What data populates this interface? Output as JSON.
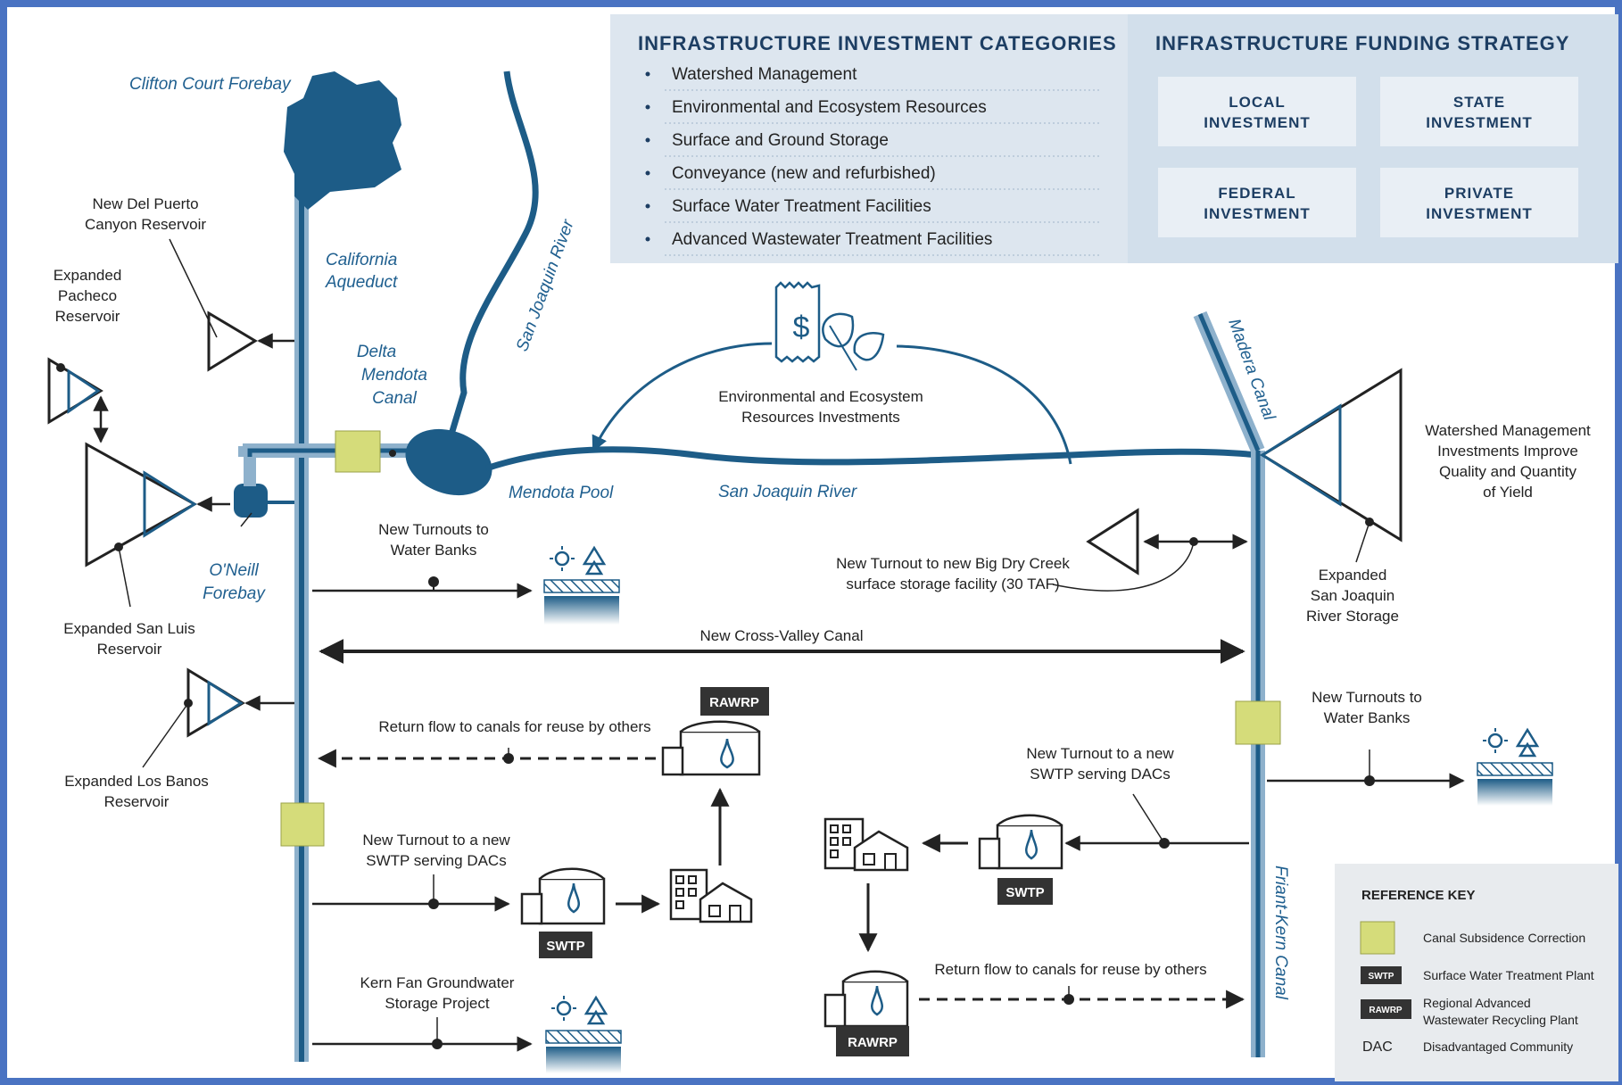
{
  "investment_categories": {
    "heading": "INFRASTRUCTURE INVESTMENT CATEGORIES",
    "items": [
      "Watershed Management",
      "Environmental and Ecosystem Resources",
      "Surface and Ground Storage",
      "Conveyance (new and refurbished)",
      "Surface Water Treatment Facilities",
      "Advanced Wastewater Treatment Facilities"
    ]
  },
  "funding_strategy": {
    "heading": "INFRASTRUCTURE FUNDING STRATEGY",
    "boxes": [
      [
        "LOCAL",
        "INVESTMENT"
      ],
      [
        "STATE",
        "INVESTMENT"
      ],
      [
        "FEDERAL",
        "INVESTMENT"
      ],
      [
        "PRIVATE",
        "INVESTMENT"
      ]
    ]
  },
  "waterways": {
    "clifton_court": "Clifton Court Forebay",
    "california_aqueduct": [
      "California",
      "Aqueduct"
    ],
    "delta_mendota": [
      "Delta",
      "Mendota",
      "Canal"
    ],
    "san_joaquin_river_vertical": "San Joaquin River",
    "mendota_pool": "Mendota Pool",
    "san_joaquin_river": "San Joaquin River",
    "oneill_forebay": [
      "O'Neill",
      "Forebay"
    ],
    "madera_canal": "Madera Canal",
    "friant_kern_canal": "Friant-Kern Canal"
  },
  "reservoirs": {
    "del_puerto": [
      "New Del Puerto",
      "Canyon Reservoir"
    ],
    "pacheco": [
      "Expanded",
      "Pacheco",
      "Reservoir"
    ],
    "san_luis": [
      "Expanded San Luis",
      "Reservoir"
    ],
    "los_banos": [
      "Expanded Los Banos",
      "Reservoir"
    ],
    "san_joaquin_storage": [
      "Expanded",
      "San Joaquin",
      "River Storage"
    ]
  },
  "annotations": {
    "env_investments": [
      "Environmental and Ecosystem",
      "Resources Investments"
    ],
    "watershed": [
      "Watershed Management",
      "Investments Improve",
      "Quality and Quantity",
      "of Yield"
    ],
    "turnouts_left": [
      "New Turnouts to",
      "Water Banks"
    ],
    "big_dry_creek": [
      "New Turnout to new Big Dry Creek",
      "surface storage facility (30 TAF)"
    ],
    "cross_valley": "New Cross-Valley Canal",
    "turnouts_right": [
      "New Turnouts to",
      "Water Banks"
    ],
    "return_flow_left": "Return flow to canals for reuse by others",
    "swtp_turnout_right": [
      "New Turnout to a new",
      "SWTP serving DACs"
    ],
    "swtp_turnout_left": [
      "New Turnout to a new",
      "SWTP serving DACs"
    ],
    "kern_fan": [
      "Kern Fan Groundwater",
      "Storage Project"
    ],
    "return_flow_right": "Return flow to canals for reuse by others"
  },
  "badges": {
    "rawrp": "RAWRP",
    "swtp": "SWTP"
  },
  "reference_key": {
    "heading": "REFERENCE KEY",
    "items": [
      {
        "symbol": "",
        "text": [
          "Canal Subsidence Correction"
        ]
      },
      {
        "symbol": "SWTP",
        "text": [
          "Surface Water Treatment Plant"
        ]
      },
      {
        "symbol": "RAWRP",
        "text": [
          "Regional Advanced",
          "Wastewater Recycling Plant"
        ]
      },
      {
        "symbol": "DAC",
        "text": [
          "Disadvantaged Community"
        ]
      }
    ]
  },
  "colors": {
    "canal": "#1d5c87",
    "canal_light": "#8eb1cc",
    "subsidence": "#d5dc7a",
    "panel": "#dde6ef",
    "frame": "#4a73c2",
    "badge": "#333333"
  },
  "icons": [
    "dollar-receipt-icon",
    "leaf-icon",
    "sun-icon",
    "tree-icon",
    "ground-hatch-icon",
    "water-tank-icon",
    "recycle-icon",
    "building-icon",
    "house-icon",
    "water-drop-icon"
  ]
}
